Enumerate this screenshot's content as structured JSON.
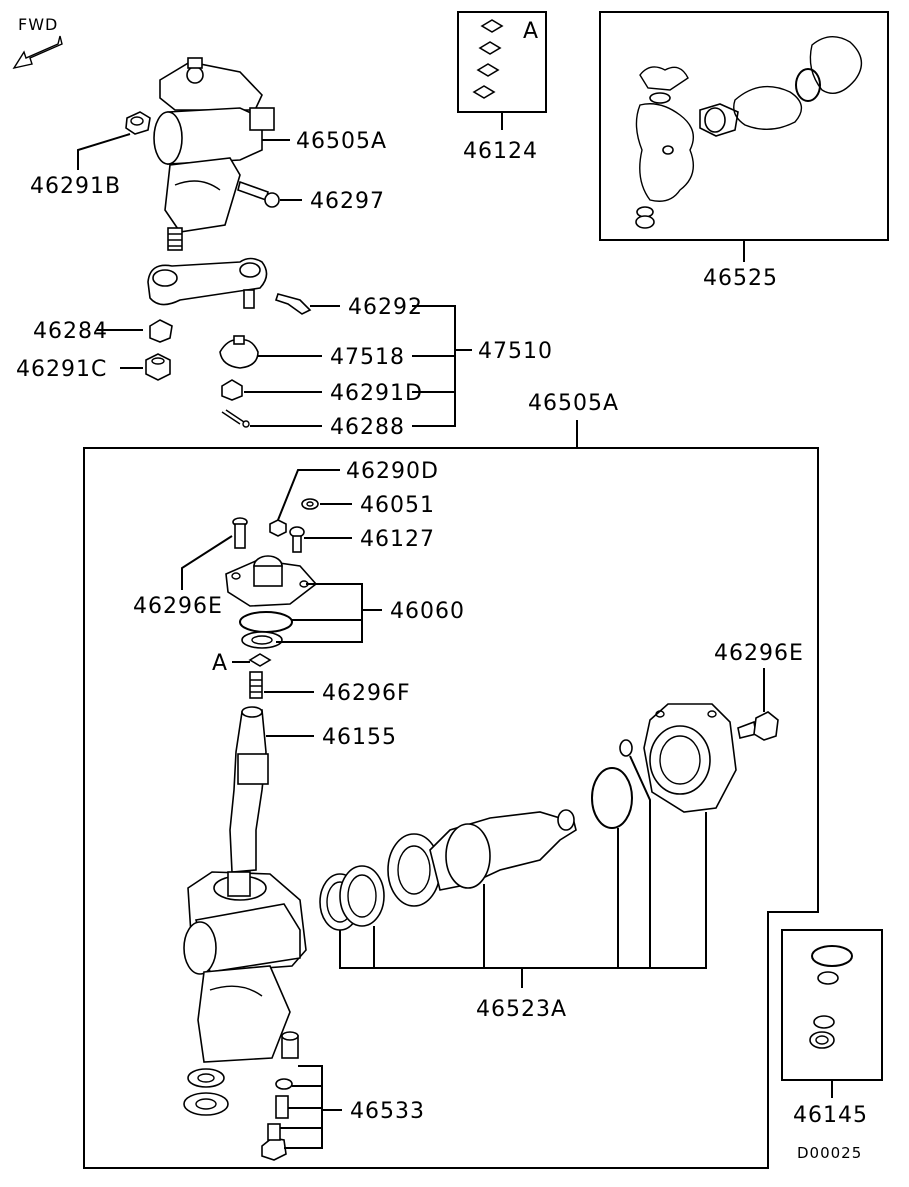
{
  "fwd_label": "FWD",
  "diagram_code": "D00025",
  "inset_a_label": "A",
  "callout_a_label": "A",
  "labels": {
    "p46505A_top": "46505A",
    "p46291B": "46291B",
    "p46297": "46297",
    "p46124": "46124",
    "p46525": "46525",
    "p46292": "46292",
    "p46284": "46284",
    "p46291C": "46291C",
    "p47518": "47518",
    "p47510": "47510",
    "p46291D": "46291D",
    "p46288": "46288",
    "p46505A_box": "46505A",
    "p46290D": "46290D",
    "p46051": "46051",
    "p46127": "46127",
    "p46296E_left": "46296E",
    "p46060": "46060",
    "p46296F": "46296F",
    "p46155": "46155",
    "p46296E_right": "46296E",
    "p46523A": "46523A",
    "p46533": "46533",
    "p46145": "46145"
  }
}
